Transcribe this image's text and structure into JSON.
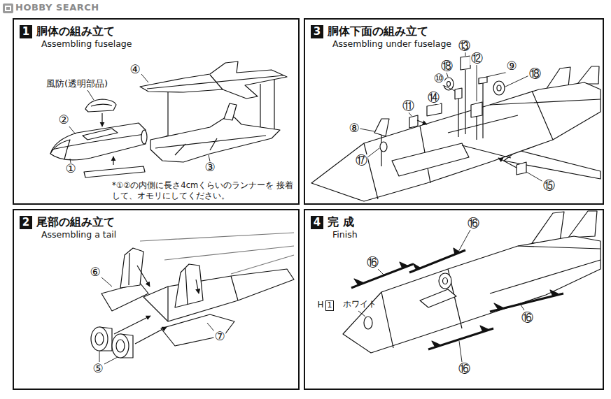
{
  "diagram": {
    "nodes": [
      {
        "text": [
          "胴体の組み立て",
          "Assembling fuselage"
        ]
      },
      {
        "text": [
          "1"
        ],
        "in": 0
      },
      {
        "text": [
          "胴体下面の組み立て",
          "Assembling under fuselage"
        ]
      },
      {
        "text": [
          "3"
        ],
        "in": 2
      },
      {
        "text": [
          "尾部の組み立て",
          "Assembling a tail"
        ]
      },
      {
        "text": [
          "2"
        ],
        "in": 4
      },
      {
        "text": [
          "完 成",
          "Finish"
        ]
      },
      {
        "text": [
          "4"
        ],
        "in": 6
      },
      {
        "text": [
          "1"
        ],
        "in": 6
      }
    ],
    "labels": [
      "HOBBY SEARCH",
      "風防(透明部品)",
      "②",
      "④",
      "①",
      "③",
      "*①②の内側に長さ4cmくらいのランナーを 接着して、オモリにしてください。",
      "⑬",
      "⑫",
      "⑱",
      "⑨",
      "⑱",
      "⑩",
      "⑭",
      "⑪",
      "⑧",
      "⑰",
      "⑮",
      "⑥",
      "⑦",
      "⑤",
      "⑯",
      "⑯",
      "H",
      "ホワイト",
      "⑯",
      "⑯"
    ]
  }
}
